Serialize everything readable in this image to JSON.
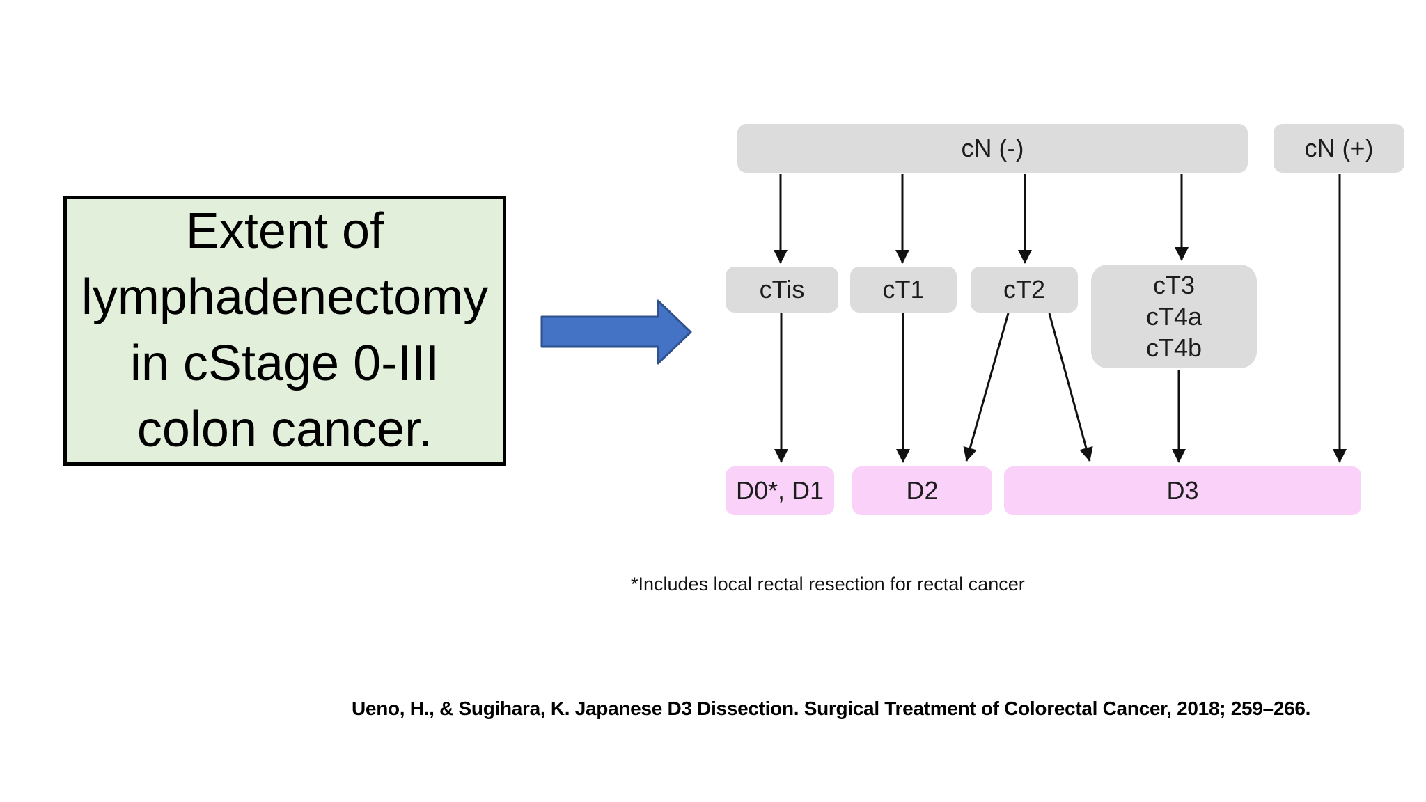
{
  "title_box": {
    "text": "Extent of lymphadenectomy in cStage 0-III colon cancer.",
    "lines": [
      "Extent of",
      "lymphadenectomy",
      "in cStage 0-III",
      "colon cancer."
    ],
    "fill_color": "#e2efda",
    "border_color": "#000000"
  },
  "transition_arrow": {
    "fill_color": "#4472c4",
    "stroke_color": "#2f528f"
  },
  "flowchart": {
    "colors": {
      "node_gray": "#dcdcdc",
      "node_pink": "#fad1f8",
      "connector": "#111111"
    },
    "nodes": {
      "cn_negative": "cN (-)",
      "cn_positive": "cN (+)",
      "ctis": "cTis",
      "ct1": "cT1",
      "ct2": "cT2",
      "ct3_lines": [
        "cT3",
        "cT4a",
        "cT4b"
      ],
      "d0_d1": "D0*, D1",
      "d2": "D2",
      "d3": "D3"
    },
    "footnote": "*Includes local rectal resection for rectal cancer"
  },
  "citation": "Ueno, H., & Sugihara, K. Japanese D3 Dissection. Surgical Treatment of Colorectal Cancer, 2018; 259–266."
}
